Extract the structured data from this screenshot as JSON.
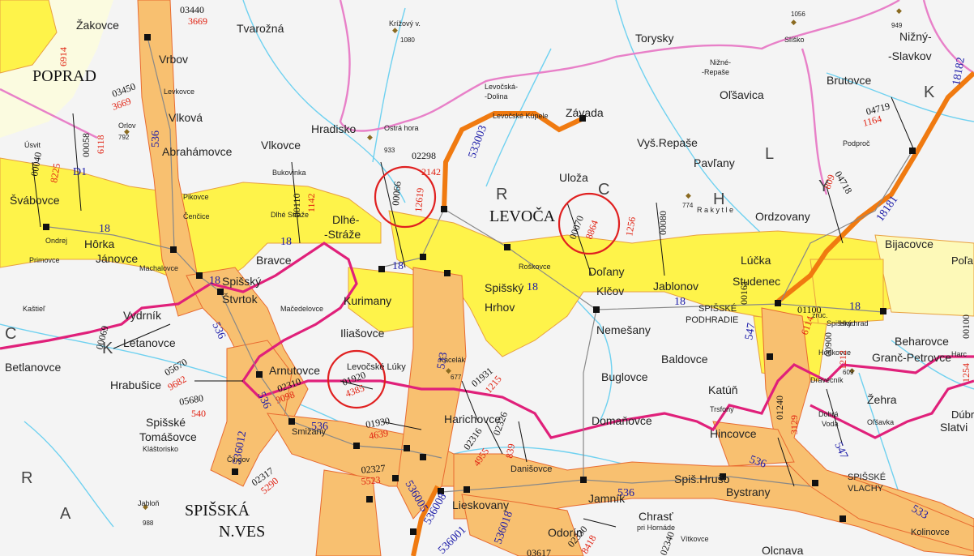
{
  "cities": [
    {
      "id": "poprad",
      "name": "POPRAD"
    },
    {
      "id": "levoca",
      "name": "LEVOČA"
    },
    {
      "id": "spisska-1",
      "name": "SPIŠSKÁ"
    },
    {
      "id": "spisska-2",
      "name": "N.VES"
    }
  ],
  "towns": [
    {
      "id": "zakovce",
      "name": "Žakovce"
    },
    {
      "id": "tvarozna",
      "name": "Tvarožná"
    },
    {
      "id": "vrbov",
      "name": "Vrbov"
    },
    {
      "id": "vikova",
      "name": "Vlková"
    },
    {
      "id": "abrahamovce",
      "name": "Abrahámovce"
    },
    {
      "id": "hradisko",
      "name": "Hradisko"
    },
    {
      "id": "vlkovce",
      "name": "Vlkovce"
    },
    {
      "id": "torysky",
      "name": "Torysky"
    },
    {
      "id": "nizny-1",
      "name": "Nižný-"
    },
    {
      "id": "nizny-2",
      "name": "-Slavkov"
    },
    {
      "id": "brutovce",
      "name": "Brutovce"
    },
    {
      "id": "olsavica",
      "name": "Oľšavica"
    },
    {
      "id": "zavada",
      "name": "Závada"
    },
    {
      "id": "vys-repase",
      "name": "Vyš.Repaše"
    },
    {
      "id": "pavlany",
      "name": "Pavľany"
    },
    {
      "id": "uloza",
      "name": "Uloža"
    },
    {
      "id": "ordzovany",
      "name": "Ordzovany"
    },
    {
      "id": "bijacovce",
      "name": "Bijacovce"
    },
    {
      "id": "svabovce",
      "name": "Švábovce"
    },
    {
      "id": "horka",
      "name": "Hôrka"
    },
    {
      "id": "janovce",
      "name": "Jánovce"
    },
    {
      "id": "dlhe-1",
      "name": "Dlhé-"
    },
    {
      "id": "dlhe-2",
      "name": "-Stráže"
    },
    {
      "id": "bravce",
      "name": "Bravce"
    },
    {
      "id": "spissky-1",
      "name": "Spišský"
    },
    {
      "id": "spissky-2",
      "name": "Štvrtok"
    },
    {
      "id": "vydrnik",
      "name": "Vydrník"
    },
    {
      "id": "letanovce",
      "name": "Letanovce"
    },
    {
      "id": "kurimany",
      "name": "Kurimany"
    },
    {
      "id": "spissky-h1",
      "name": "Spišský"
    },
    {
      "id": "spissky-h2",
      "name": "Hrhov"
    },
    {
      "id": "dolany",
      "name": "Doľany"
    },
    {
      "id": "klcov",
      "name": "Klčov"
    },
    {
      "id": "jablonov",
      "name": "Jablonov"
    },
    {
      "id": "lucka",
      "name": "Lúčka"
    },
    {
      "id": "studenec",
      "name": "Studenec"
    },
    {
      "id": "spisske-pod-1",
      "name": "SPIŠSKÉ"
    },
    {
      "id": "spisske-pod-2",
      "name": "PODHRADIE"
    },
    {
      "id": "nemesany",
      "name": "Nemešany"
    },
    {
      "id": "betlanovce",
      "name": "Betlanovce"
    },
    {
      "id": "hrabusice",
      "name": "Hrabušice"
    },
    {
      "id": "arnutovce",
      "name": "Arnutovce"
    },
    {
      "id": "iliasovce",
      "name": "Iliašovce"
    },
    {
      "id": "harichovce",
      "name": "Harichovce"
    },
    {
      "id": "buglovce",
      "name": "Buglovce"
    },
    {
      "id": "baldovce",
      "name": "Baldovce"
    },
    {
      "id": "katun",
      "name": "Katúň"
    },
    {
      "id": "zehra",
      "name": "Žehra"
    },
    {
      "id": "beharovce",
      "name": "Beharovce"
    },
    {
      "id": "grancpetr",
      "name": "Granč-Petrovce"
    },
    {
      "id": "domanovce",
      "name": "Domaňovce"
    },
    {
      "id": "hincovce",
      "name": "Hincovce"
    },
    {
      "id": "spisske-tom-1",
      "name": "Spišské"
    },
    {
      "id": "spisske-tom-2",
      "name": "Tomášovce"
    },
    {
      "id": "smizany",
      "name": "Smižany"
    },
    {
      "id": "danisovce",
      "name": "Danišovce"
    },
    {
      "id": "spis-hruso",
      "name": "Spiš.Hrušo"
    },
    {
      "id": "bystrany",
      "name": "Bystrany"
    },
    {
      "id": "spisske-vlachy-1",
      "name": "SPIŠSKÉ"
    },
    {
      "id": "spisske-vlachy-2",
      "name": "VLACHY"
    },
    {
      "id": "jamnik",
      "name": "Jamník"
    },
    {
      "id": "chrast",
      "name": "Chrasť"
    },
    {
      "id": "lieskovany",
      "name": "Lieskovany"
    },
    {
      "id": "odorin",
      "name": "Odorín"
    },
    {
      "id": "slatvi",
      "name": "Slatvi"
    },
    {
      "id": "kolinovce",
      "name": "Kolinovce"
    },
    {
      "id": "olcnava",
      "name": "Olcnava"
    },
    {
      "id": "levocske-luky",
      "name": "Levočské Lúky"
    },
    {
      "id": "harichovce-label",
      "name": "Harichovce"
    }
  ],
  "villages": [
    {
      "id": "levocska-dolina-1",
      "name": "Levočská-"
    },
    {
      "id": "levocska-dolina-2",
      "name": "-Dolina"
    },
    {
      "id": "levocske-kupele",
      "name": "Levočské Kúpele"
    },
    {
      "id": "nizne-repase-1",
      "name": "Nižné-"
    },
    {
      "id": "nizne-repase-2",
      "name": "-Repaše"
    },
    {
      "id": "levkovce",
      "name": "Levkovce"
    },
    {
      "id": "bukovinka",
      "name": "Bukovinka"
    },
    {
      "id": "pikovce",
      "name": "Pikovce"
    },
    {
      "id": "cencice",
      "name": "Čenčice"
    },
    {
      "id": "dlhe-straze-small",
      "name": "Dlhé Stráže"
    },
    {
      "id": "primovce",
      "name": "Primovce"
    },
    {
      "id": "machalovce",
      "name": "Machalovce"
    },
    {
      "id": "ondrej",
      "name": "Ondrej"
    },
    {
      "id": "roskovce",
      "name": "Roškovce"
    },
    {
      "id": "macedelovce",
      "name": "Mačedelovce"
    },
    {
      "id": "kastiel",
      "name": "Kaštieľ"
    },
    {
      "id": "kacelak",
      "name": "Kacelák"
    },
    {
      "id": "podproc",
      "name": "Podproč"
    },
    {
      "id": "slisko",
      "name": "Slíško"
    },
    {
      "id": "hodkovce",
      "name": "Hodkovce"
    },
    {
      "id": "dravcenik",
      "name": "Dravecník"
    },
    {
      "id": "trsfony",
      "name": "Trsfony"
    },
    {
      "id": "dobra-voda-1",
      "name": "Dobrá"
    },
    {
      "id": "dobra-voda-2",
      "name": "Voda"
    },
    {
      "id": "olsavka",
      "name": "Oľšavka"
    },
    {
      "id": "cingov",
      "name": "Čingov"
    },
    {
      "id": "klastorisko",
      "name": "Kláštorisko"
    },
    {
      "id": "jablon",
      "name": "Jabloň"
    },
    {
      "id": "usvit",
      "name": "Úsvit"
    },
    {
      "id": "rakytie",
      "name": "R a k y t l e"
    },
    {
      "id": "orlov",
      "name": "Orlov"
    },
    {
      "id": "ostra-hora",
      "name": "Ostrá hora"
    },
    {
      "id": "krizovy",
      "name": "Krížový v."
    },
    {
      "id": "poloma",
      "name": "Poľa"
    },
    {
      "id": "hradok",
      "name": "Hrad"
    },
    {
      "id": "harc",
      "name": "Harc"
    },
    {
      "id": "dubra",
      "name": "Dúbra"
    },
    {
      "id": "zruc",
      "name": "zrúc."
    },
    {
      "id": "spisky-hrad",
      "name": "Spišský hrad"
    },
    {
      "id": "pri-hornadom",
      "name": "pri Hornáde"
    },
    {
      "id": "vitkovce",
      "name": "Vítkovce"
    }
  ],
  "peaks": [
    {
      "id": "p1080",
      "name": "1080"
    },
    {
      "id": "p933",
      "name": "933"
    },
    {
      "id": "p792",
      "name": "792"
    },
    {
      "id": "p774",
      "name": "774"
    },
    {
      "id": "p949",
      "name": "949"
    },
    {
      "id": "p1056",
      "name": "1056"
    },
    {
      "id": "p677",
      "name": "677"
    },
    {
      "id": "p609",
      "name": "609"
    },
    {
      "id": "p988",
      "name": "988"
    }
  ],
  "roads": [
    "18",
    "18",
    "18",
    "18",
    "18",
    "18",
    "18",
    "D1",
    "536",
    "536",
    "536",
    "536",
    "536",
    "536",
    "547",
    "547",
    "533",
    "533",
    "533003",
    "536012",
    "536005",
    "536018",
    "536001",
    "536008",
    "18181",
    "18182"
  ],
  "sections": [
    "03440",
    "03450",
    "00058",
    "00040",
    "02298",
    "00080",
    "00110",
    "00070",
    "00066",
    "04719",
    "04718",
    "05670",
    "05680",
    "01920",
    "02310",
    "01930",
    "01931",
    "02316",
    "02326",
    "02327",
    "02317",
    "02330",
    "01240",
    "02340",
    "00161",
    "00900",
    "01100",
    "00100",
    "00069",
    "03617"
  ],
  "counts": [
    "3669",
    "3669",
    "6118",
    "8225",
    "2142",
    "12619",
    "8864",
    "1256",
    "1164",
    "809",
    "9682",
    "540",
    "9098",
    "4385",
    "1215",
    "4639",
    "839",
    "4955",
    "5523",
    "5290",
    "1212",
    "3129",
    "8418",
    "6114",
    "1142",
    "6914",
    "1254"
  ],
  "grid_letters": [
    "R",
    "R",
    "A",
    "H",
    "Y",
    "K",
    "C",
    "K",
    "L",
    "C"
  ]
}
